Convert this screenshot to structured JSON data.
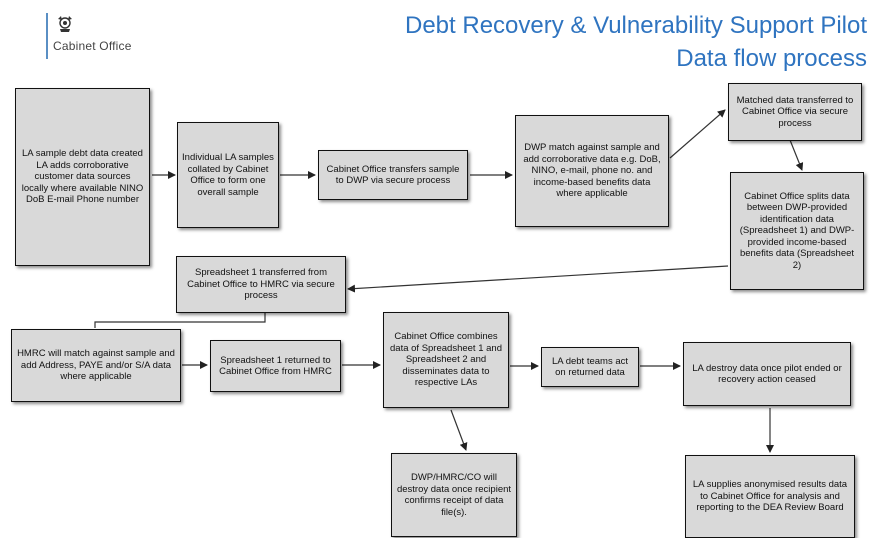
{
  "header": {
    "logo_text": "Cabinet Office",
    "title_line1": "Debt Recovery & Vulnerability Support Pilot",
    "title_line2": "Data flow process"
  },
  "boxes": {
    "la_sample": "LA sample debt data created LA adds corroborative customer data sources locally where available NINO DoB E-mail Phone number",
    "individual_samples": "Individual LA samples collated by Cabinet Office to form one overall sample",
    "co_transfers": "Cabinet Office transfers sample to DWP via secure process",
    "dwp_match": "DWP match against sample and add corroborative data e.g. DoB, NINO, e-mail, phone no. and income-based benefits data where applicable",
    "matched_transferred": "Matched data transferred to Cabinet Office via secure process",
    "co_splits": "Cabinet Office splits data between DWP-provided identification data (Spreadsheet 1) and DWP-provided income-based benefits data (Spreadsheet 2)",
    "ss1_transferred": "Spreadsheet 1 transferred from Cabinet Office to HMRC via secure process",
    "hmrc_match": "HMRC will match against sample and add Address, PAYE and/or S/A data where applicable",
    "ss1_returned": "Spreadsheet 1 returned to Cabinet Office from HMRC",
    "co_combines": "Cabinet Office combines data of Spreadsheet 1 and Spreadsheet 2 and disseminates data to respective LAs",
    "la_act": "LA debt teams act on returned data",
    "la_destroy": "LA destroy data once pilot ended or recovery action ceased",
    "dwp_destroy": "DWP/HMRC/CO will destroy data once recipient confirms receipt of data file(s).",
    "la_supplies": "LA supplies anonymised results data to Cabinet Office for analysis and reporting to the DEA Review Board"
  }
}
